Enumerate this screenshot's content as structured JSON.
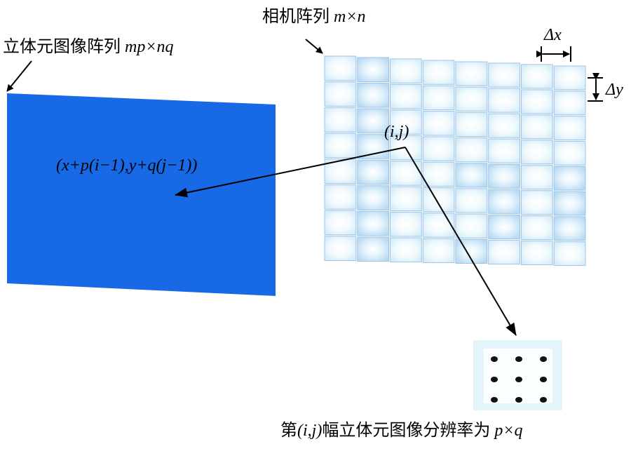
{
  "labels": {
    "elemental_array": "立体元图像阵列",
    "elemental_array_size": "mp×nq",
    "camera_array": "相机阵列",
    "camera_array_size": "m×n",
    "delta_x": "Δx",
    "delta_y": "Δy",
    "camera_index": "(i,j)",
    "pixel_position": "(x+p(i−1),y+q(j−1))",
    "resolution_prefix": "第",
    "resolution_index": "(i,j)",
    "resolution_text": "幅立体元图像分辨率为",
    "resolution_size": "p×q"
  },
  "colors": {
    "elemental_plane": "#1769e6",
    "camera_cell": "#dff2fb",
    "camera_cell_dark": "#bfe0f5",
    "grid_line": "#9fc4e6"
  },
  "camera_grid": {
    "columns": 8,
    "rows": 8,
    "highlighted_cells": [
      [
        1,
        0
      ],
      [
        1,
        1
      ],
      [
        1,
        2
      ],
      [
        1,
        3
      ],
      [
        1,
        4
      ],
      [
        1,
        5
      ],
      [
        1,
        6
      ],
      [
        1,
        7
      ],
      [
        4,
        4
      ],
      [
        4,
        7
      ],
      [
        5,
        4
      ],
      [
        5,
        5
      ],
      [
        5,
        6
      ],
      [
        7,
        4
      ],
      [
        7,
        5
      ],
      [
        7,
        6
      ]
    ]
  },
  "elemental_image_dots": {
    "columns": 3,
    "rows": 3
  }
}
